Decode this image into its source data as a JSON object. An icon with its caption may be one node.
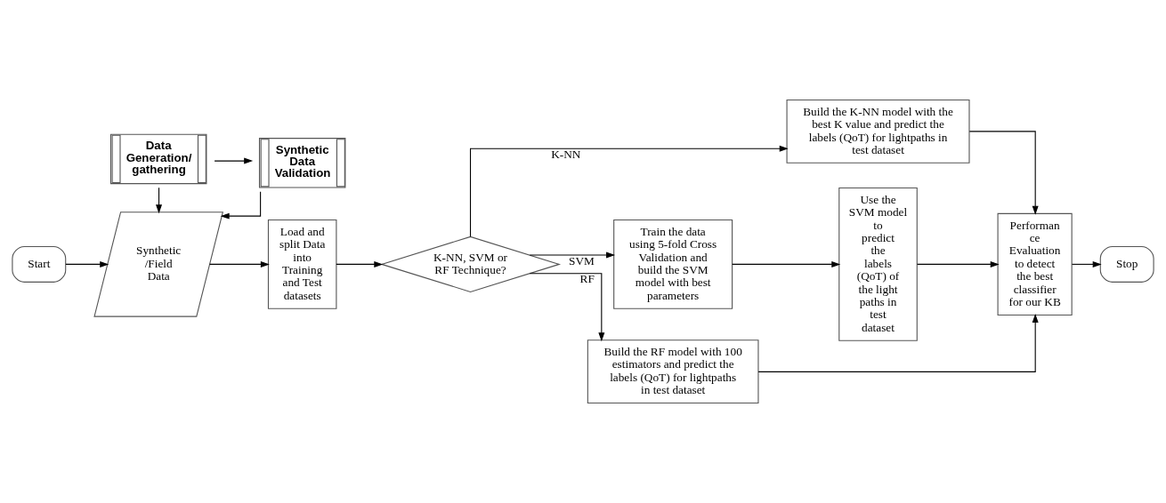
{
  "diagram": {
    "nodes": [
      {
        "text": [
          "Data Generation/ gathering"
        ]
      },
      {
        "text": [
          "Synthetic Data Validation"
        ]
      },
      {
        "text": [
          "Start"
        ]
      },
      {
        "text": [
          "Synthetic /Field Data"
        ]
      },
      {
        "text": [
          "Load and split Data into Training and Test datasets"
        ]
      },
      {
        "text": [
          "K-NN, SVM or RF Technique?"
        ]
      },
      {
        "text": [
          "Build the K-NN model with the best K value and predict the labels (QoT) for lightpaths in test dataset"
        ]
      },
      {
        "text": [
          "Train the data using 5-fold Cross Validation and build the SVM model with best parameters"
        ]
      },
      {
        "text": [
          "Use the SVM model to predict the labels (QoT) of the lightpaths in test dataset"
        ]
      },
      {
        "text": [
          "Build the RF model with 100 estimators and predict the labels (QoT) for lightpaths in test dataset"
        ]
      },
      {
        "text": [
          "Performan ce Evaluation to detect the best classifier for our KB"
        ]
      },
      {
        "text": [
          "Stop"
        ]
      }
    ],
    "edges": [
      {
        "from": 0,
        "to": 1,
        "arrow": "to"
      },
      {
        "from": 0,
        "to": 3,
        "arrow": "to"
      },
      {
        "from": 1,
        "to": 3,
        "arrow": "to"
      },
      {
        "from": 2,
        "to": 3,
        "arrow": "to"
      },
      {
        "from": 3,
        "to": 4,
        "arrow": "to"
      },
      {
        "from": 4,
        "to": 5,
        "arrow": "to"
      },
      {
        "from": 5,
        "to": 6,
        "arrow": "to",
        "label": "K-NN"
      },
      {
        "from": 5,
        "to": 7,
        "arrow": "to",
        "label": "SVM"
      },
      {
        "from": 5,
        "to": 9,
        "arrow": "to",
        "label": "RF"
      },
      {
        "from": 7,
        "to": 8,
        "arrow": "to"
      },
      {
        "from": 6,
        "to": 10,
        "arrow": "to"
      },
      {
        "from": 8,
        "to": 10,
        "arrow": "to"
      },
      {
        "from": 9,
        "to": 10,
        "arrow": "to"
      },
      {
        "from": 10,
        "to": 11,
        "arrow": "to"
      }
    ]
  }
}
